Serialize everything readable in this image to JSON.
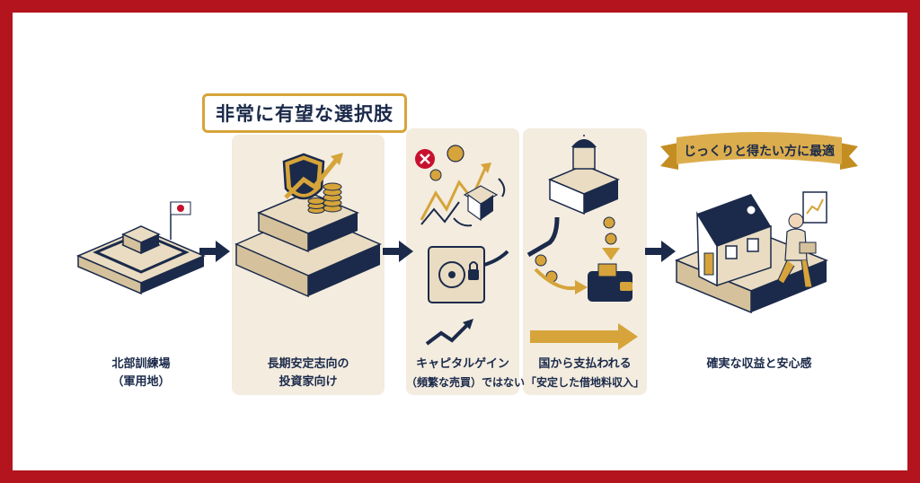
{
  "highlight": {
    "text": "非常に有望な選択肢"
  },
  "ribbon": {
    "text": "じっくりと得たい方に最適"
  },
  "steps": [
    {
      "line1": "北部訓練場",
      "line2": "（軍用地）"
    },
    {
      "line1": "長期安定志向の",
      "line2": "投資家向け"
    },
    {
      "line1": "キャピタルゲイン",
      "line2": "（頻繁な売買）ではない"
    },
    {
      "line1": "国から支払われる",
      "line2": "「安定した借地料収入」"
    },
    {
      "line1": "確実な収益と安心感",
      "line2": ""
    }
  ],
  "colors": {
    "frame": "#b3141e",
    "navy": "#1b2a4a",
    "gold": "#d6a43a",
    "beige": "#e9dcc2",
    "panel": "#f3ecdf"
  }
}
